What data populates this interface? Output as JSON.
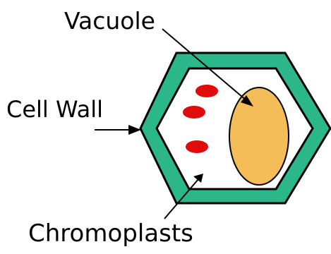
{
  "labels": {
    "vacuole": "Vacuole",
    "cell_wall": "Cell Wall",
    "chromoplasts": "Chromoplasts"
  },
  "colors": {
    "cell_wall_fill": "#2bb78a",
    "cell_wall_stroke": "#000000",
    "vacuole_fill": "#f5bd57",
    "vacuole_stroke": "#000000",
    "chromoplast_fill": "#e10b0b",
    "arrow": "#000000",
    "background": "#ffffff"
  }
}
